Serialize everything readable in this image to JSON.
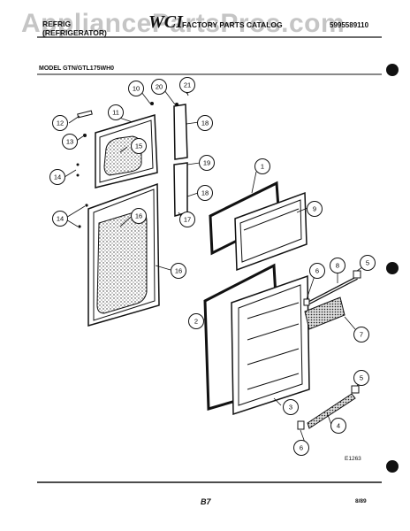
{
  "watermark": "AppliancePartsPros.com",
  "header": {
    "left_line1": "REFRIG",
    "left_line2": "(REFRIGERATOR)",
    "logo": "WCI",
    "center": "FACTORY PARTS CATALOG",
    "right": "5995589110"
  },
  "model": "MODEL GTN/GTL175WH0",
  "callouts": [
    "1",
    "2",
    "3",
    "4",
    "5",
    "5",
    "6",
    "6",
    "7",
    "8",
    "9",
    "10",
    "11",
    "12",
    "13",
    "14",
    "14",
    "15",
    "16",
    "16",
    "17",
    "18",
    "18",
    "19",
    "20",
    "21"
  ],
  "figure_no": "E1263",
  "page_no": "B7",
  "date": "8/89"
}
